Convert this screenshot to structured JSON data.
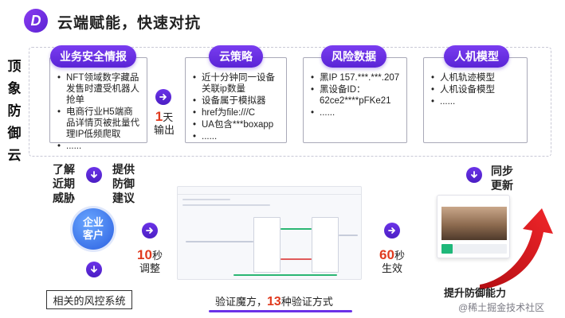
{
  "header": {
    "logo_letter": "D",
    "title": "云端赋能，快速对抗"
  },
  "side_label": "顶象防御云",
  "columns": [
    {
      "title": "业务安全情报",
      "items": [
        "NFT领域数字藏品发售时遭受机器人抢单",
        "电商行业H5端商品详情页被批量代理IP低频爬取",
        "......"
      ]
    },
    {
      "title": "云策略",
      "items": [
        "近十分钟同一设备关联ip数量",
        "设备属于模拟器",
        "href为file:///C",
        "UA包含***boxapp",
        "......"
      ]
    },
    {
      "title": "风险数据",
      "items": [
        "黑IP 157.***.***.207",
        "黑设备ID：62ce2****pFKe21",
        "......"
      ]
    },
    {
      "title": "人机模型",
      "items": [
        "人机轨迹模型",
        "人机设备模型",
        "......"
      ]
    }
  ],
  "stat_one_day": {
    "num": "1",
    "unit": "天",
    "label": "输出"
  },
  "stat_ten_sec": {
    "num": "10",
    "unit": "秒",
    "label": "调整"
  },
  "stat_sixty_sec": {
    "num": "60",
    "unit": "秒",
    "label": "生效"
  },
  "learn_threat": "了解近期威胁",
  "provide_advice": "提供防御建议",
  "customer": "企业客户",
  "related_system": "相关的风控系统",
  "bottom_caption": {
    "prefix": "验证魔方，",
    "num": "13",
    "suffix": "种验证方式"
  },
  "sync_update": "同步更新",
  "improve_defense": "提升防御能力",
  "watermark": "@稀土掘金技术社区",
  "colors": {
    "accent": "#6b33e8",
    "highlight": "#e03a1e",
    "curve": "#e4161a"
  }
}
